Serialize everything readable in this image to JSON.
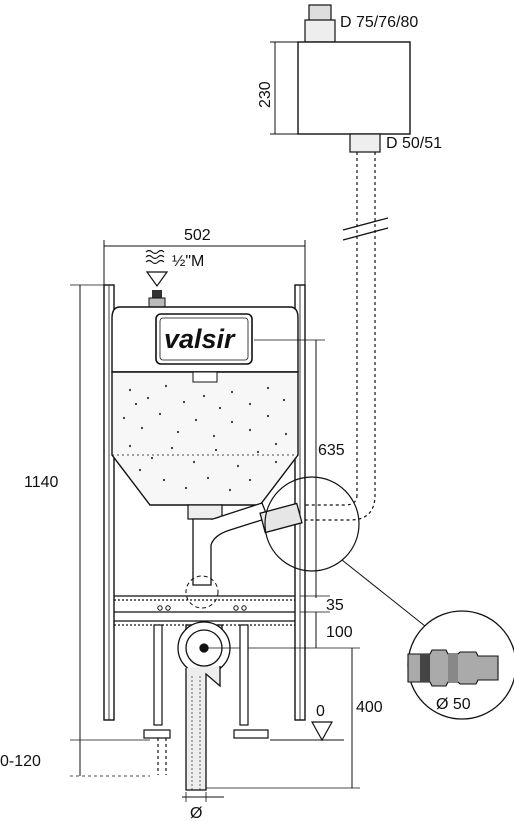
{
  "brand": {
    "logo_text": "valsir"
  },
  "labels": {
    "pipe_top": "D 75/76/80",
    "pipe_bottom": "D 50/51",
    "box_height": "230",
    "frame_width": "502",
    "water_inlet": "½\"M",
    "flush_pipe_length": "635",
    "frame_height": "1140",
    "gap_35": "35",
    "gap_100": "100",
    "waste_height": "400",
    "floor_level": "0",
    "leg_adjust": "0-120",
    "waste_diameter": "Ø",
    "detail_diameter": "Ø 50"
  },
  "colors": {
    "line": "#111111",
    "pipe_fill": "#d9d9d9",
    "tank_fill": "#ffffff"
  }
}
